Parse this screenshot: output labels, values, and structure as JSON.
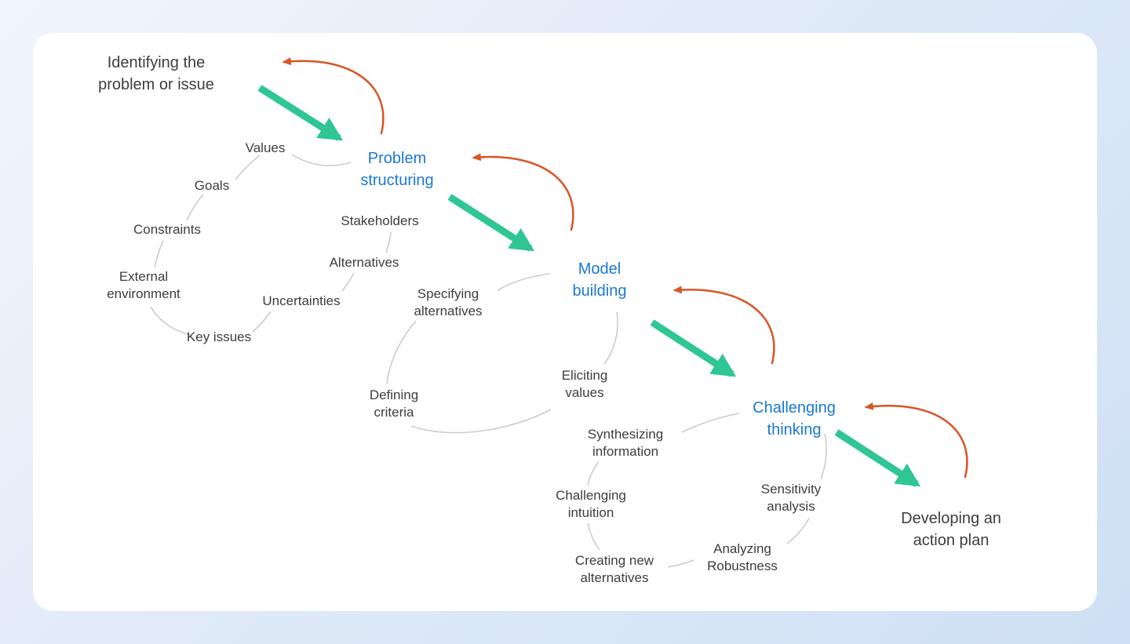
{
  "colors": {
    "card": "#ffffff",
    "hub_text": "#1b78d3",
    "body_text": "#3d3d3d",
    "flow_arrow": "#2fc693",
    "feedback_arrow": "#d95426",
    "connector": "#cccccc"
  },
  "stages": {
    "start": {
      "label": "Identifying the\nproblem or issue"
    },
    "problem_structuring": {
      "label": "Problem\nstructuring"
    },
    "model_building": {
      "label": "Model\nbuilding"
    },
    "challenging_thinking": {
      "label": "Challenging\nthinking"
    },
    "end": {
      "label": "Developing an\naction plan"
    }
  },
  "flow_order": [
    "start",
    "problem_structuring",
    "model_building",
    "challenging_thinking",
    "end"
  ],
  "feedback_arrows_between_stages": true,
  "problem_structuring_items": [
    {
      "label": "Values"
    },
    {
      "label": "Goals"
    },
    {
      "label": "Constraints"
    },
    {
      "label": "External\nenvironment"
    },
    {
      "label": "Key issues"
    },
    {
      "label": "Uncertainties"
    },
    {
      "label": "Alternatives"
    },
    {
      "label": "Stakeholders"
    }
  ],
  "model_building_items": [
    {
      "label": "Specifying\nalternatives"
    },
    {
      "label": "Defining\ncriteria"
    },
    {
      "label": "Eliciting\nvalues"
    }
  ],
  "challenging_thinking_items": [
    {
      "label": "Synthesizing\ninformation"
    },
    {
      "label": "Challenging\nintuition"
    },
    {
      "label": "Creating new\nalternatives"
    },
    {
      "label": "Analyzing\nRobustness"
    },
    {
      "label": "Sensitivity\nanalysis"
    }
  ]
}
